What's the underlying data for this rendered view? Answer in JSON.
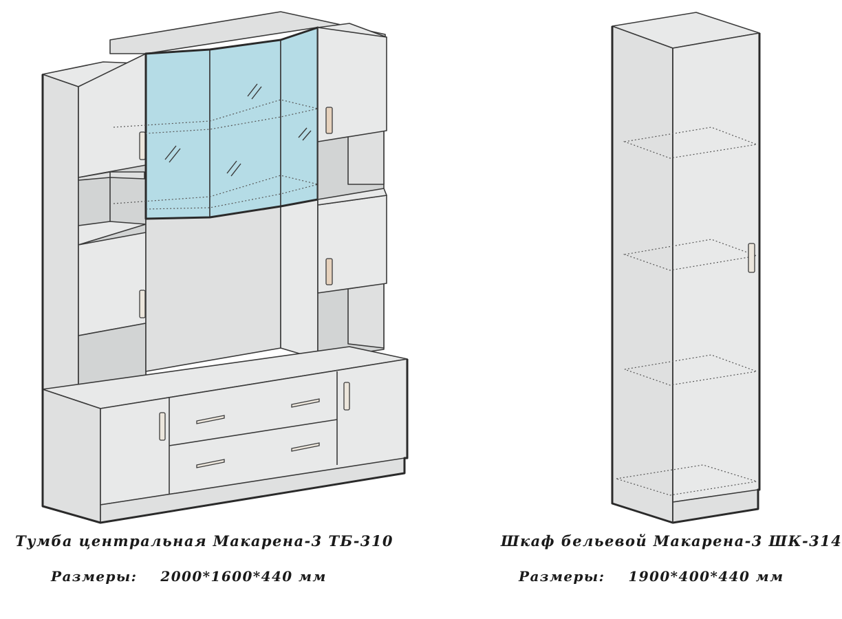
{
  "products": [
    {
      "title": "Тумба центральная Макарена-3 ТБ-310",
      "size_label": "Размеры:",
      "size_value": "2000*1600*440 мм"
    },
    {
      "title": "Шкаф бельевой Макарена-3 ШК-314",
      "size_label": "Размеры:",
      "size_value": "1900*400*440 мм"
    }
  ],
  "colors": {
    "background": "#ffffff",
    "panel": "#dfe0e0",
    "glass": "#b5dce6",
    "outline": "#3a3a3a",
    "handle_wood": "#e7d2bd",
    "caption_text": "#1a1a1a"
  }
}
